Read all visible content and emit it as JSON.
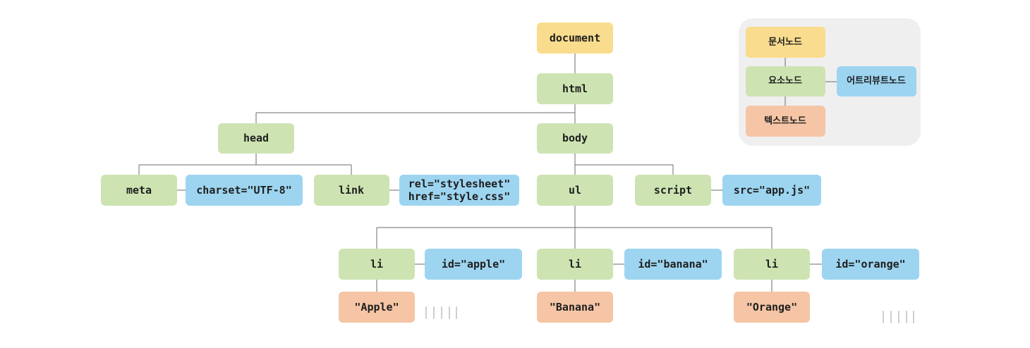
{
  "colors": {
    "document": "#F9DC8E",
    "element": "#CDE4B2",
    "attribute": "#9DD5F0",
    "text": "#F5C5A5",
    "legend_panel": "#F0EFEF",
    "edge": "#6B6B6B"
  },
  "nodes": {
    "document": {
      "label": "document",
      "kind": "document"
    },
    "html": {
      "label": "html",
      "kind": "element"
    },
    "head": {
      "label": "head",
      "kind": "element"
    },
    "body": {
      "label": "body",
      "kind": "element"
    },
    "meta": {
      "label": "meta",
      "kind": "element"
    },
    "charset": {
      "label": "charset=\"UTF-8\"",
      "kind": "attribute"
    },
    "link": {
      "label": "link",
      "kind": "element"
    },
    "link_attrs": {
      "lines": [
        "rel=\"stylesheet\"",
        "href=\"style.css\""
      ],
      "kind": "attribute"
    },
    "ul": {
      "label": "ul",
      "kind": "element"
    },
    "script": {
      "label": "script",
      "kind": "element"
    },
    "src": {
      "label": "src=\"app.js\"",
      "kind": "attribute"
    },
    "li_apple": {
      "label": "li",
      "kind": "element"
    },
    "id_apple": {
      "label": "id=\"apple\"",
      "kind": "attribute"
    },
    "text_apple": {
      "label": "\"Apple\"",
      "kind": "text"
    },
    "li_banana": {
      "label": "li",
      "kind": "element"
    },
    "id_banana": {
      "label": "id=\"banana\"",
      "kind": "attribute"
    },
    "text_banana": {
      "label": "\"Banana\"",
      "kind": "text"
    },
    "li_orange": {
      "label": "li",
      "kind": "element"
    },
    "id_orange": {
      "label": "id=\"orange\"",
      "kind": "attribute"
    },
    "text_orange": {
      "label": "\"Orange\"",
      "kind": "text"
    }
  },
  "legend": {
    "document": "문서노드",
    "element": "요소노드",
    "attribute": "어트리뷰트노드",
    "text": "텍스트노드"
  }
}
